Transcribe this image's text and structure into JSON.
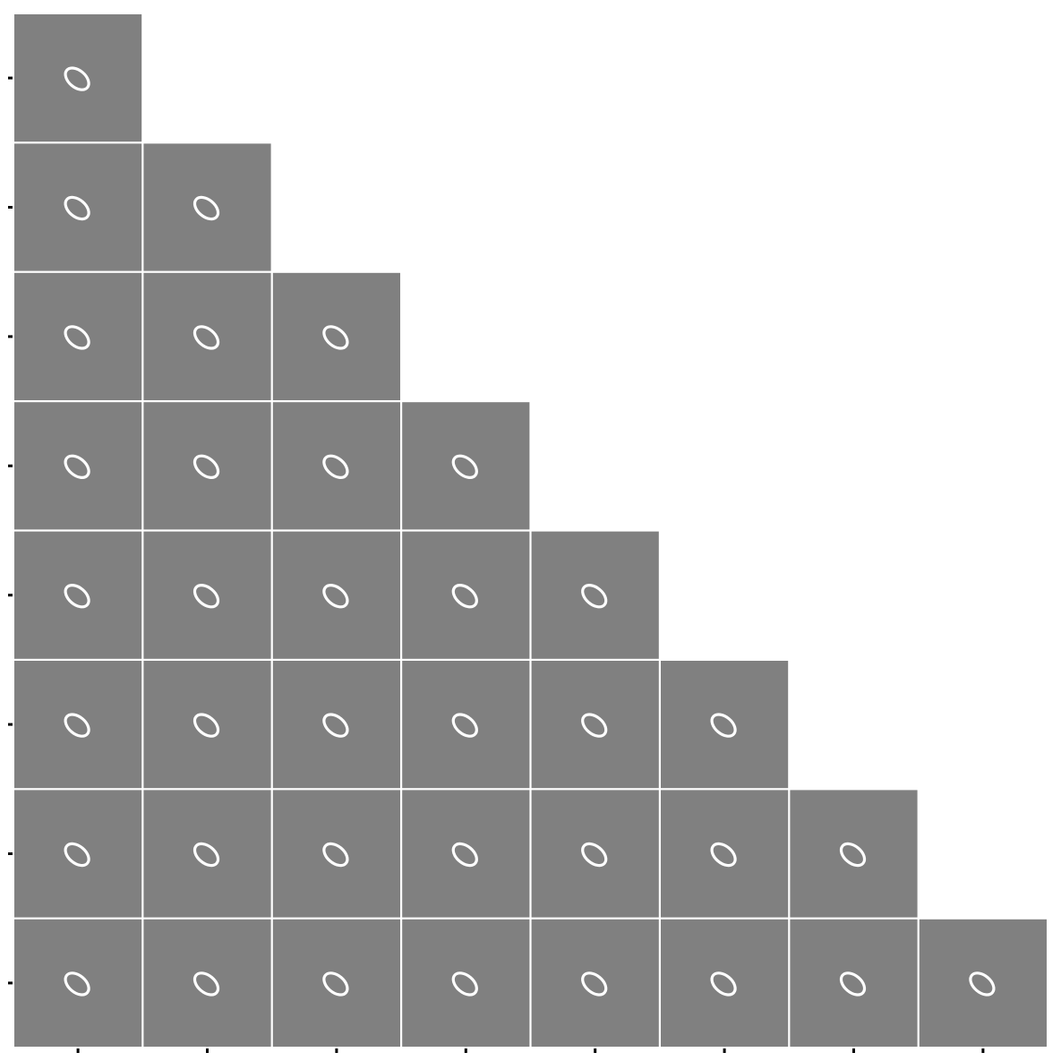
{
  "chart_data": {
    "type": "heatmap",
    "layout": "lower-triangular",
    "rows": 8,
    "cols": 8,
    "cell_color": "#808080",
    "background": "#ffffff",
    "glyph_color": "#ffffff",
    "cell_glyph": "0",
    "x_tick_labels": [],
    "y_tick_labels": []
  }
}
